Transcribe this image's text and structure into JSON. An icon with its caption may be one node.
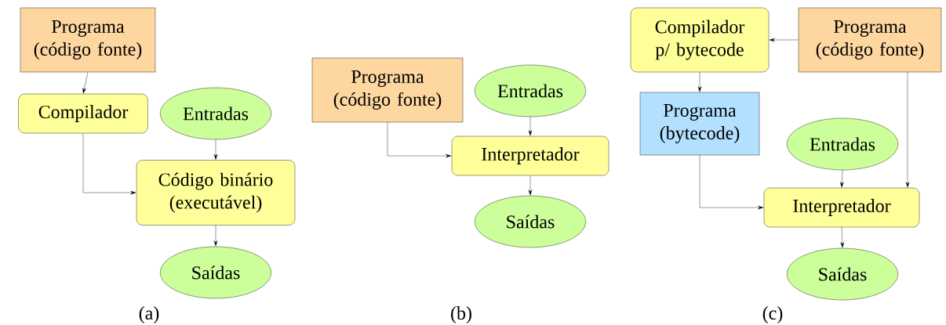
{
  "diagram": {
    "nodes": [
      {
        "text": [
          "Programa (código fonte)"
        ]
      },
      {
        "text": [
          "Compilador"
        ]
      },
      {
        "text": [
          "Entradas"
        ]
      },
      {
        "text": [
          "Código binário (executável)"
        ]
      },
      {
        "text": [
          "Saídas"
        ]
      },
      {
        "text": [
          "Programa (código fonte)"
        ]
      },
      {
        "text": [
          "Entradas"
        ]
      },
      {
        "text": [
          "Interpretador"
        ]
      },
      {
        "text": [
          "Saídas"
        ]
      },
      {
        "text": [
          "Compilador p/ bytecode"
        ]
      },
      {
        "text": [
          "Programa (código fonte)"
        ]
      },
      {
        "text": [
          "Programa (bytecode)"
        ]
      },
      {
        "text": [
          "Entradas"
        ]
      },
      {
        "text": [
          "Interpretador"
        ]
      },
      {
        "text": [
          "Saídas"
        ]
      }
    ],
    "edges": [
      {
        "from": 0,
        "to": 1,
        "arrow": "to"
      },
      {
        "from": 1,
        "to": 3,
        "arrow": "to"
      },
      {
        "from": 2,
        "to": 3,
        "arrow": "to"
      },
      {
        "from": 3,
        "to": 4,
        "arrow": "to"
      },
      {
        "from": 5,
        "to": 7,
        "arrow": "to"
      },
      {
        "from": 6,
        "to": 7,
        "arrow": "to"
      },
      {
        "from": 7,
        "to": 8,
        "arrow": "to"
      },
      {
        "from": 10,
        "to": 9,
        "arrow": "to"
      },
      {
        "from": 9,
        "to": 11,
        "arrow": "to"
      },
      {
        "from": 11,
        "to": 13,
        "arrow": "to"
      },
      {
        "from": 12,
        "to": 13,
        "arrow": "to"
      },
      {
        "from": 10,
        "to": 13,
        "arrow": "to"
      },
      {
        "from": 13,
        "to": 14,
        "arrow": "to"
      }
    ],
    "labels": [
      "(a)",
      "(b)",
      "(c)"
    ]
  }
}
